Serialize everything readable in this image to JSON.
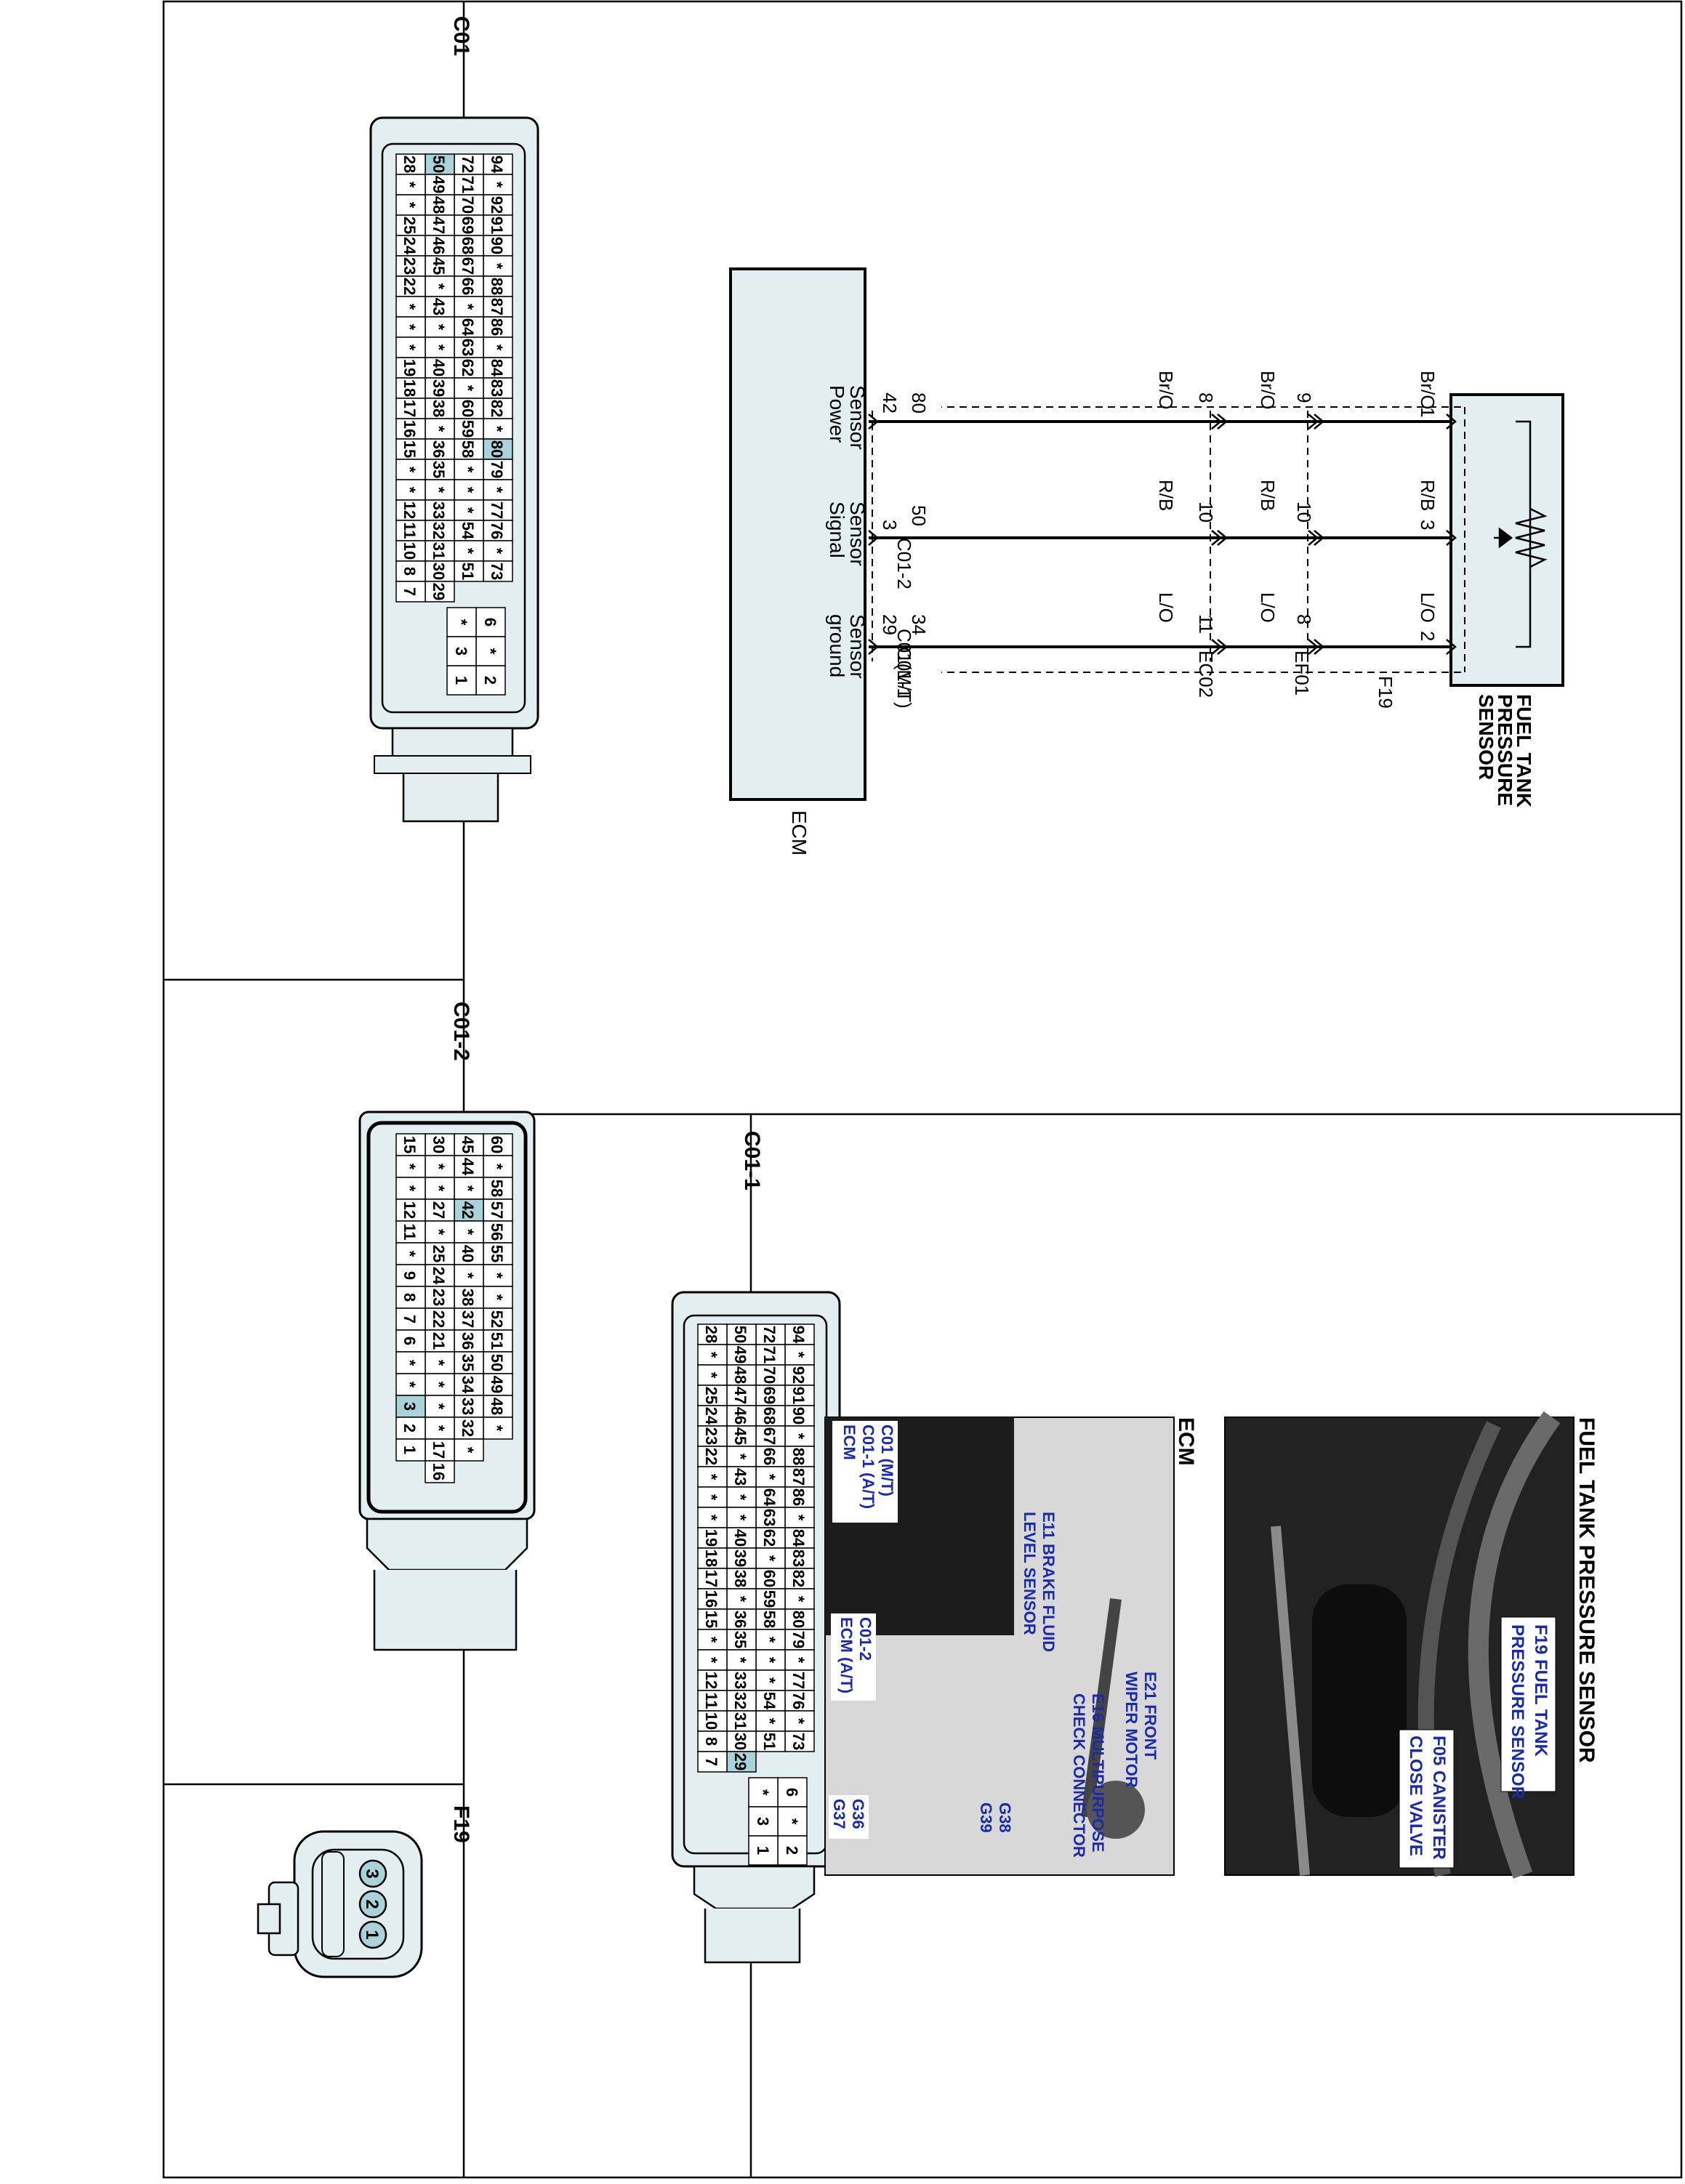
{
  "schematic": {
    "component": "FUEL TANK PRESSURE SENSOR",
    "component_lines": [
      "FUEL TANK",
      "PRESSURE",
      "SENSOR"
    ],
    "ecm_label": "ECM",
    "connectors": {
      "F19": "F19",
      "EF01": "EF01",
      "EC02": "EC02",
      "C01_MT": "C01(M/T)",
      "C01_1": "C01-1",
      "C01_2": "C01-2"
    },
    "wires": [
      {
        "name": "Sensor Power",
        "label_lines": [
          "Sensor",
          "Power"
        ],
        "sensor_pin": "1",
        "color1": "Br/O",
        "ef01_pins": [
          "9",
          "8"
        ],
        "color2": "Br/O",
        "ec02_pins": [
          "8"
        ],
        "color3": "Br/O",
        "ecm_pins": [
          "80",
          "42"
        ]
      },
      {
        "name": "Sensor Signal",
        "label_lines": [
          "Sensor",
          "Signal"
        ],
        "sensor_pin": "3",
        "color1": "R/B",
        "ef01_pins": [
          "10",
          "10"
        ],
        "color2": "R/B",
        "ec02_pins": [
          "10"
        ],
        "color3": "R/B",
        "ecm_pins": [
          "50",
          "3"
        ]
      },
      {
        "name": "Sensor ground",
        "label_lines": [
          "Sensor",
          "ground"
        ],
        "sensor_pin": "2",
        "color1": "L/O",
        "ef01_pins": [
          "8",
          "11"
        ],
        "color2": "L/O",
        "ec02_pins": [
          "11"
        ],
        "color3": "L/O",
        "ecm_pins": [
          "34",
          "29"
        ]
      }
    ]
  },
  "connector_panels": {
    "c01": {
      "title": "C01"
    },
    "c01_2": {
      "title": "C01-2"
    },
    "c01_1": {
      "title": "C01-1"
    },
    "f19": {
      "title": "F19",
      "pins": [
        "3",
        "2",
        "1"
      ]
    }
  },
  "connector_pinouts": {
    "c01": {
      "rows": [
        [
          "94",
          "*",
          "92",
          "91",
          "90",
          "*",
          "88",
          "87",
          "86",
          "*",
          "84",
          "83",
          "82",
          "*",
          "80",
          "79",
          "*",
          "77",
          "76",
          "*",
          "73"
        ],
        [
          "72",
          "71",
          "70",
          "69",
          "68",
          "67",
          "66",
          "*",
          "64",
          "63",
          "62",
          "*",
          "60",
          "59",
          "58",
          "*",
          "*",
          "*",
          "54",
          "*",
          "51"
        ],
        [
          "50",
          "49",
          "48",
          "47",
          "46",
          "45",
          "*",
          "43",
          "*",
          "*",
          "40",
          "39",
          "38",
          "*",
          "36",
          "35",
          "*",
          "33",
          "32",
          "31",
          "30",
          "29"
        ],
        [
          "28",
          "*",
          "*",
          "25",
          "24",
          "23",
          "22",
          "*",
          "*",
          "*",
          "19",
          "18",
          "17",
          "16",
          "15",
          "*",
          "*",
          "12",
          "11",
          "10",
          "8",
          "7"
        ]
      ],
      "highlight": [
        "80",
        "50",
        "*"
      ],
      "small_block": [
        [
          "6",
          "*"
        ],
        [
          "*",
          "3"
        ],
        [
          "2",
          "1"
        ]
      ]
    },
    "c01_2": {
      "rows": [
        [
          "60",
          "*",
          "58",
          "57",
          "56",
          "55",
          "*",
          "*",
          "52",
          "51",
          "50",
          "49",
          "48",
          "*"
        ],
        [
          "45",
          "44",
          "*",
          "42",
          "*",
          "40",
          "*",
          "38",
          "37",
          "36",
          "35",
          "34",
          "33",
          "32",
          "*"
        ],
        [
          "30",
          "*",
          "*",
          "27",
          "*",
          "25",
          "24",
          "23",
          "22",
          "21",
          "*",
          "*",
          "*",
          "*",
          "17",
          "16"
        ],
        [
          "15",
          "*",
          "*",
          "12",
          "11",
          "*",
          "9",
          "8",
          "7",
          "6",
          "*",
          "*",
          "3",
          "2",
          "1"
        ]
      ],
      "highlight": [
        "42",
        "3"
      ]
    },
    "c01_1": {
      "rows": [
        [
          "94",
          "*",
          "92",
          "91",
          "90",
          "*",
          "88",
          "87",
          "86",
          "*",
          "84",
          "83",
          "82",
          "*",
          "80",
          "79",
          "*",
          "77",
          "76",
          "*",
          "73"
        ],
        [
          "72",
          "71",
          "70",
          "69",
          "68",
          "67",
          "66",
          "*",
          "64",
          "63",
          "62",
          "*",
          "60",
          "59",
          "58",
          "*",
          "*",
          "*",
          "54",
          "*",
          "51"
        ],
        [
          "50",
          "49",
          "48",
          "47",
          "46",
          "45",
          "*",
          "43",
          "*",
          "*",
          "40",
          "39",
          "38",
          "*",
          "36",
          "35",
          "*",
          "33",
          "32",
          "31",
          "30",
          "29"
        ],
        [
          "28",
          "*",
          "*",
          "25",
          "24",
          "23",
          "22",
          "*",
          "*",
          "*",
          "19",
          "18",
          "17",
          "16",
          "15",
          "*",
          "*",
          "12",
          "11",
          "10",
          "8",
          "7"
        ]
      ],
      "highlight": [
        "29"
      ],
      "small_block": [
        [
          "6",
          "*"
        ],
        [
          "*",
          "3"
        ],
        [
          "2",
          "1"
        ]
      ]
    }
  },
  "photos": {
    "fuel_tank": {
      "title": "FUEL TANK PRESSURE SENSOR",
      "callouts": [
        {
          "lines": [
            "F19 FUEL TANK",
            "PRESSURE SENSOR"
          ]
        },
        {
          "lines": [
            "F05 CANISTER",
            "CLOSE VALVE"
          ]
        }
      ]
    },
    "ecm": {
      "title": "ECM",
      "callouts": [
        {
          "lines": [
            "E21 FRONT",
            "WIPER MOTOR"
          ]
        },
        {
          "lines": [
            "E16 MULTIPURPOSE",
            "CHECK CONNECTOR"
          ]
        },
        {
          "lines": [
            "E11 BRAKE FLUID",
            "LEVEL SENSOR"
          ]
        },
        {
          "lines": [
            "C01 (M/T)",
            "C01-1 (A/T)",
            "ECM"
          ]
        },
        {
          "lines": [
            "C01-2",
            "ECM (A/T)"
          ]
        },
        {
          "lines": [
            "G38",
            "G39"
          ]
        },
        {
          "lines": [
            "G36",
            "G37"
          ]
        }
      ]
    }
  },
  "colors": {
    "connector_fill": "#e2eeef",
    "pin_highlight": "#a9d3d9",
    "callout_text": "#1a2aa8",
    "photo_dark": "#1c1c1c"
  }
}
